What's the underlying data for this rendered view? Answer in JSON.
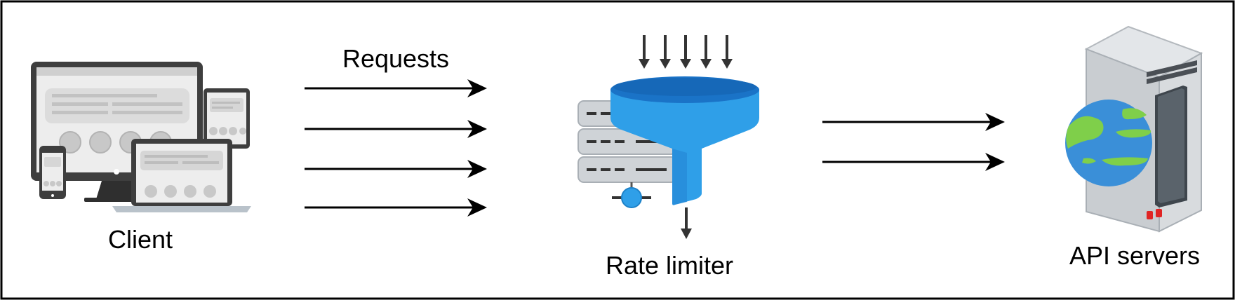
{
  "diagram": {
    "nodes": {
      "client": {
        "label": "Client",
        "icon": "multi-device-icon"
      },
      "rate_limiter": {
        "label": "Rate limiter",
        "icon": "funnel-server-icon"
      },
      "api_servers": {
        "label": "API servers",
        "icon": "server-globe-icon"
      }
    },
    "edges": {
      "requests": {
        "label": "Requests",
        "from": "client",
        "to": "rate_limiter",
        "count": 4
      },
      "forwarded": {
        "label": "",
        "from": "rate_limiter",
        "to": "api_servers",
        "count": 2
      }
    },
    "colors": {
      "border": "#000000",
      "arrow": "#000000",
      "device_gray": "#4a4a4a",
      "screen_light": "#e9e9e9",
      "funnel_blue": "#2f9fe8",
      "funnel_dark": "#1a73c7",
      "server_gray": "#c7cbcf",
      "globe_blue": "#3a8fd8",
      "globe_green": "#7fcf4a"
    }
  }
}
